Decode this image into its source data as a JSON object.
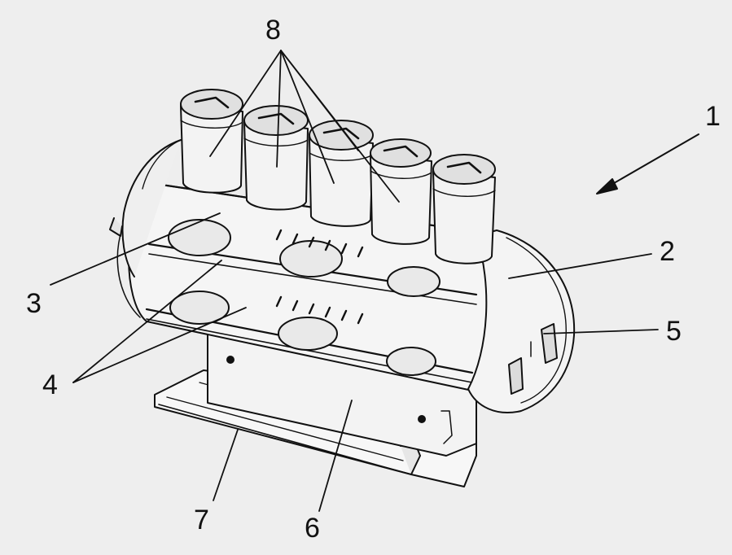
{
  "callouts": {
    "c1": "1",
    "c2": "2",
    "c3": "3",
    "c4": "4",
    "c5": "5",
    "c6": "6",
    "c7": "7",
    "c8": "8"
  },
  "colors": {
    "background": "#eeeeee",
    "ink": "#111111",
    "part_fill": "#f6f6f6",
    "shade": "#d6d6d6"
  }
}
